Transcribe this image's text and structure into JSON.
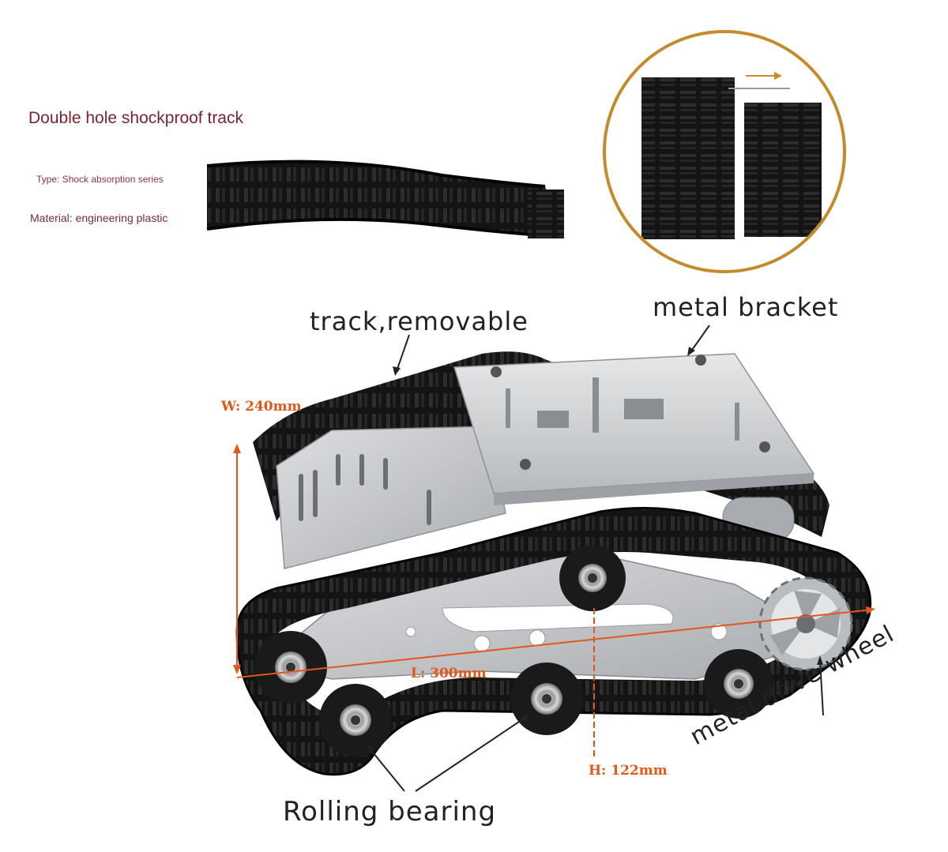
{
  "header": {
    "title": "Double hole shockproof track",
    "type_line": "Type: Shock absorption series",
    "material_line": "Material: engineering plastic"
  },
  "callouts": {
    "track": "track,removable",
    "bracket": "metal bracket",
    "bearing": "Rolling bearing",
    "drive_wheel": "metal drive wheel"
  },
  "dimensions": {
    "width": "W: 240mm",
    "length": "L: 300mm",
    "height": "H: 122mm"
  },
  "colors": {
    "title": "#7b2430",
    "dimension": "#e2581a",
    "circle_border": "#c48a2b",
    "track": "#161616",
    "aluminum": "#c7c9cc"
  },
  "icons": {
    "direction_arrow": "arrow-right-icon"
  }
}
